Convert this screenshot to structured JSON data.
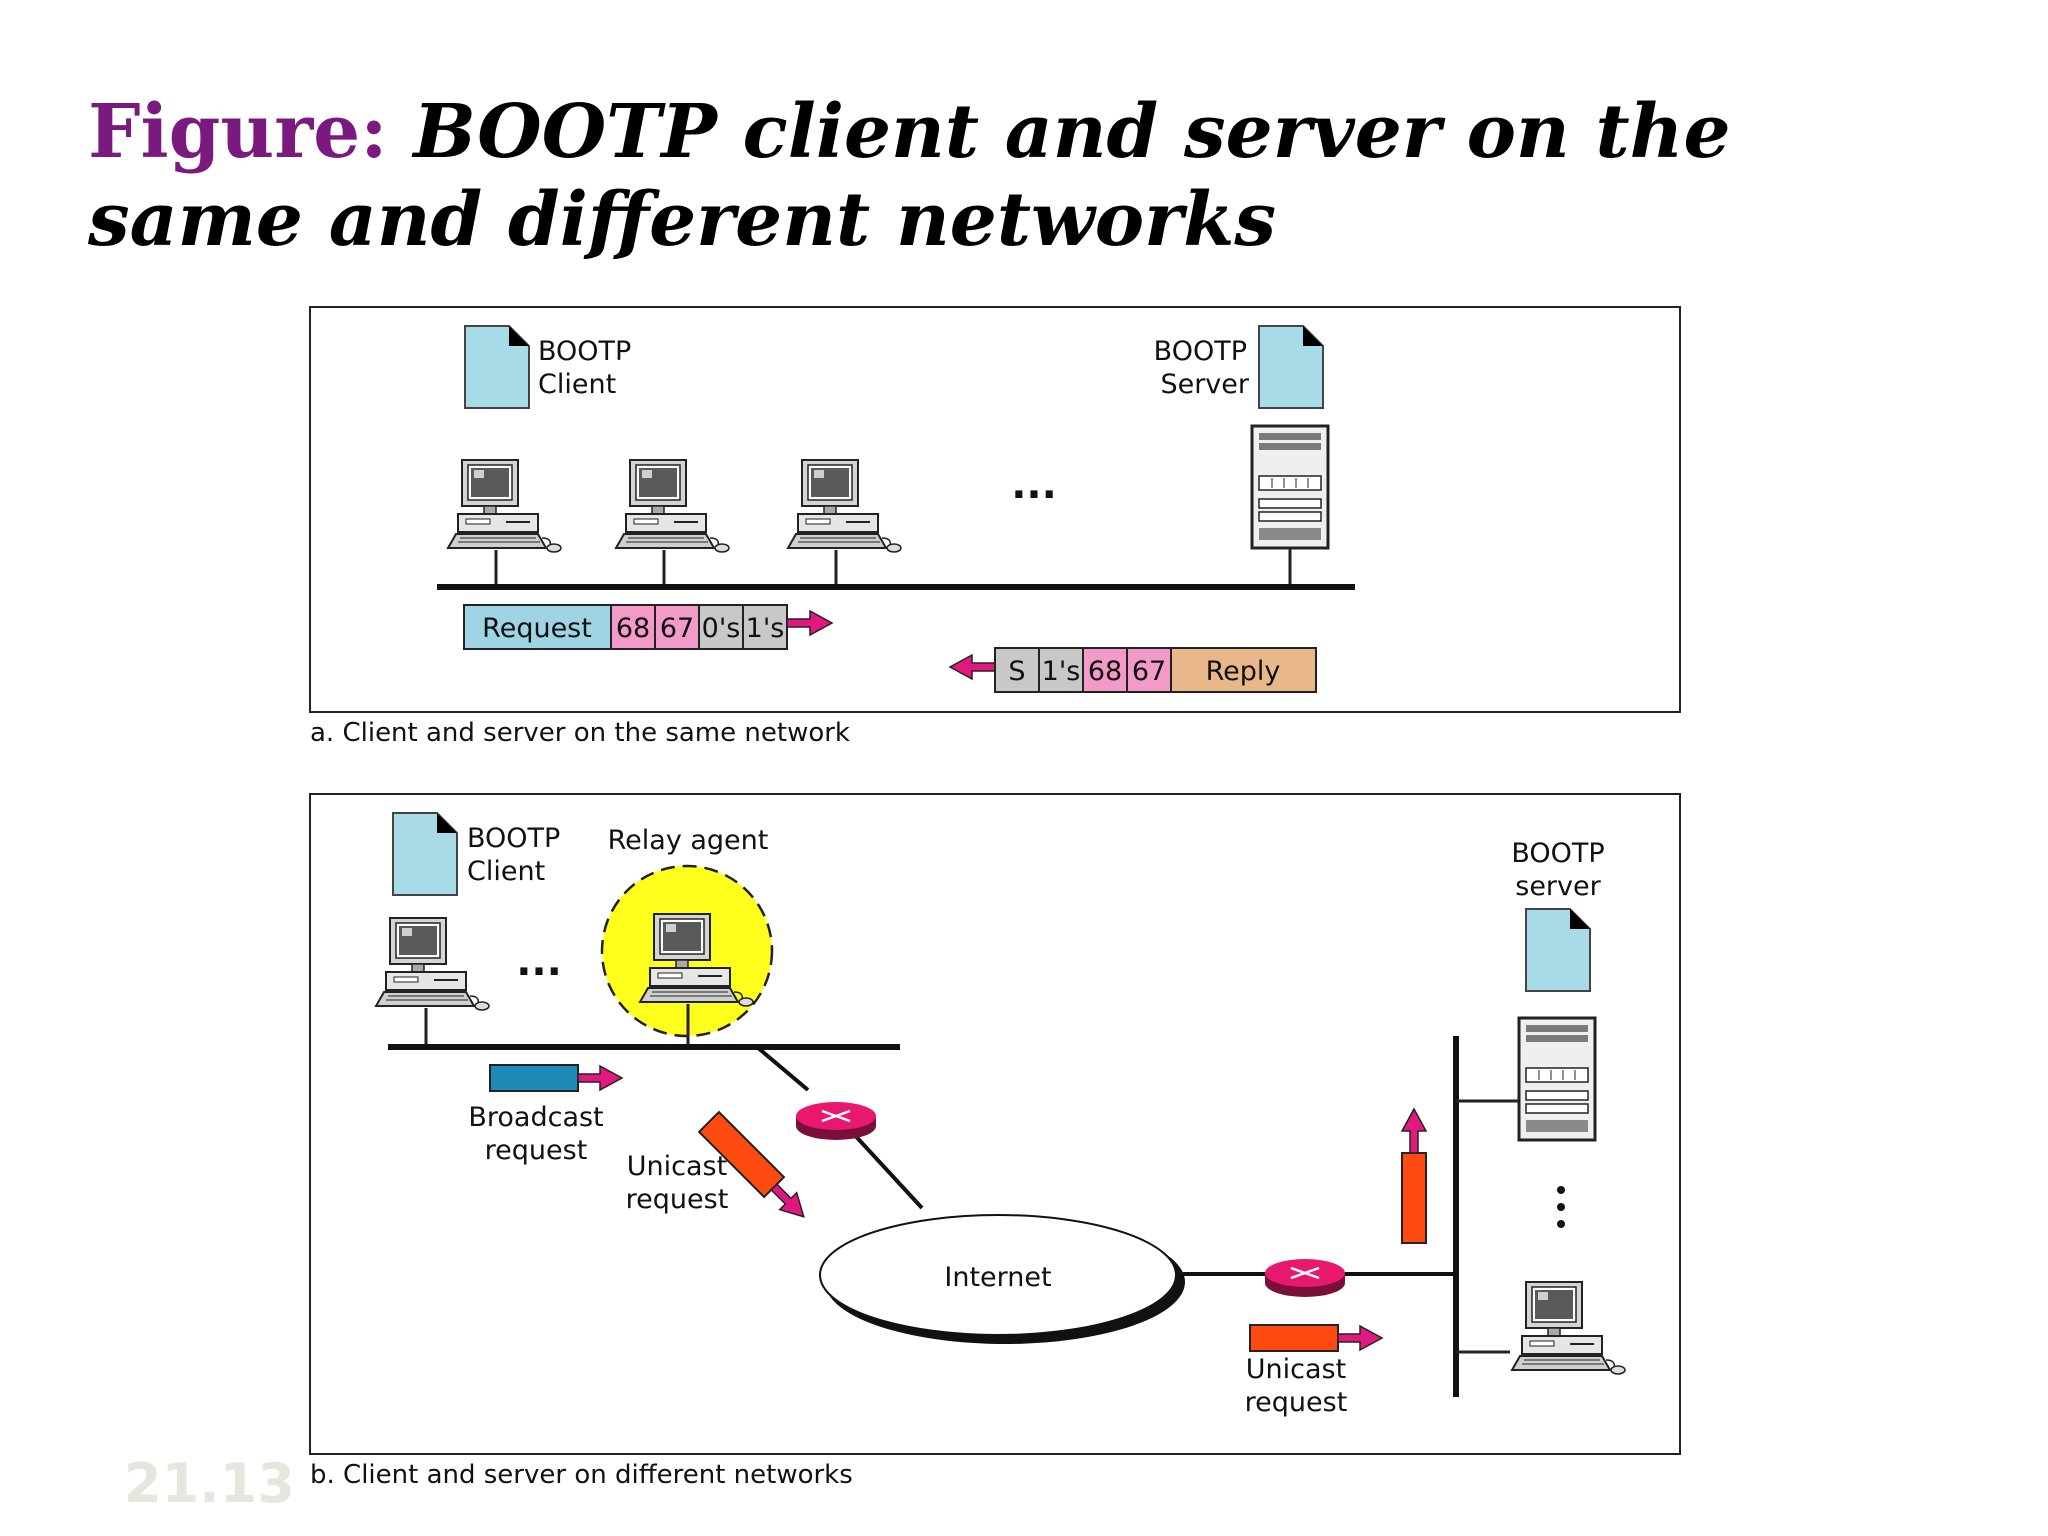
{
  "slide": {
    "title_lead": "Figure:",
    "title_text": "BOOTP client and server on the same and different networks",
    "slide_number": "21.13"
  },
  "panel_a": {
    "caption": "a. Client and server on the same network",
    "client_label_1": "BOOTP",
    "client_label_2": "Client",
    "server_label_1": "BOOTP",
    "server_label_2": "Server",
    "ellipsis": "...",
    "request_packet": {
      "label": "Request",
      "fields": [
        "68",
        "67",
        "0's",
        "1's"
      ]
    },
    "reply_packet": {
      "label": "Reply",
      "fields": [
        "S",
        "1's",
        "68",
        "67"
      ]
    }
  },
  "panel_b": {
    "caption": "b. Client and server on different networks",
    "client_label_1": "BOOTP",
    "client_label_2": "Client",
    "relay_label": "Relay agent",
    "server_label_1": "BOOTP",
    "server_label_2": "server",
    "ellipsis": "...",
    "broadcast_1": "Broadcast",
    "broadcast_2": "request",
    "unicast_1": "Unicast",
    "unicast_2": "request",
    "internet": "Internet",
    "unicast_b_1": "Unicast",
    "unicast_b_2": "request"
  },
  "colors": {
    "title_accent": "#7b1a7e",
    "document": "#a8dbe8",
    "request_field": "#9fd4e4",
    "port_field": "#f29ac8",
    "zero_one_field": "#c8c8c8",
    "reply_field": "#e8b88a",
    "arrow_pink": "#e0187f",
    "unicast_orange": "#ff4a12",
    "broadcast_blue": "#1e8ab8",
    "relay_highlight": "#ffff1e",
    "router": "#e8186f"
  }
}
